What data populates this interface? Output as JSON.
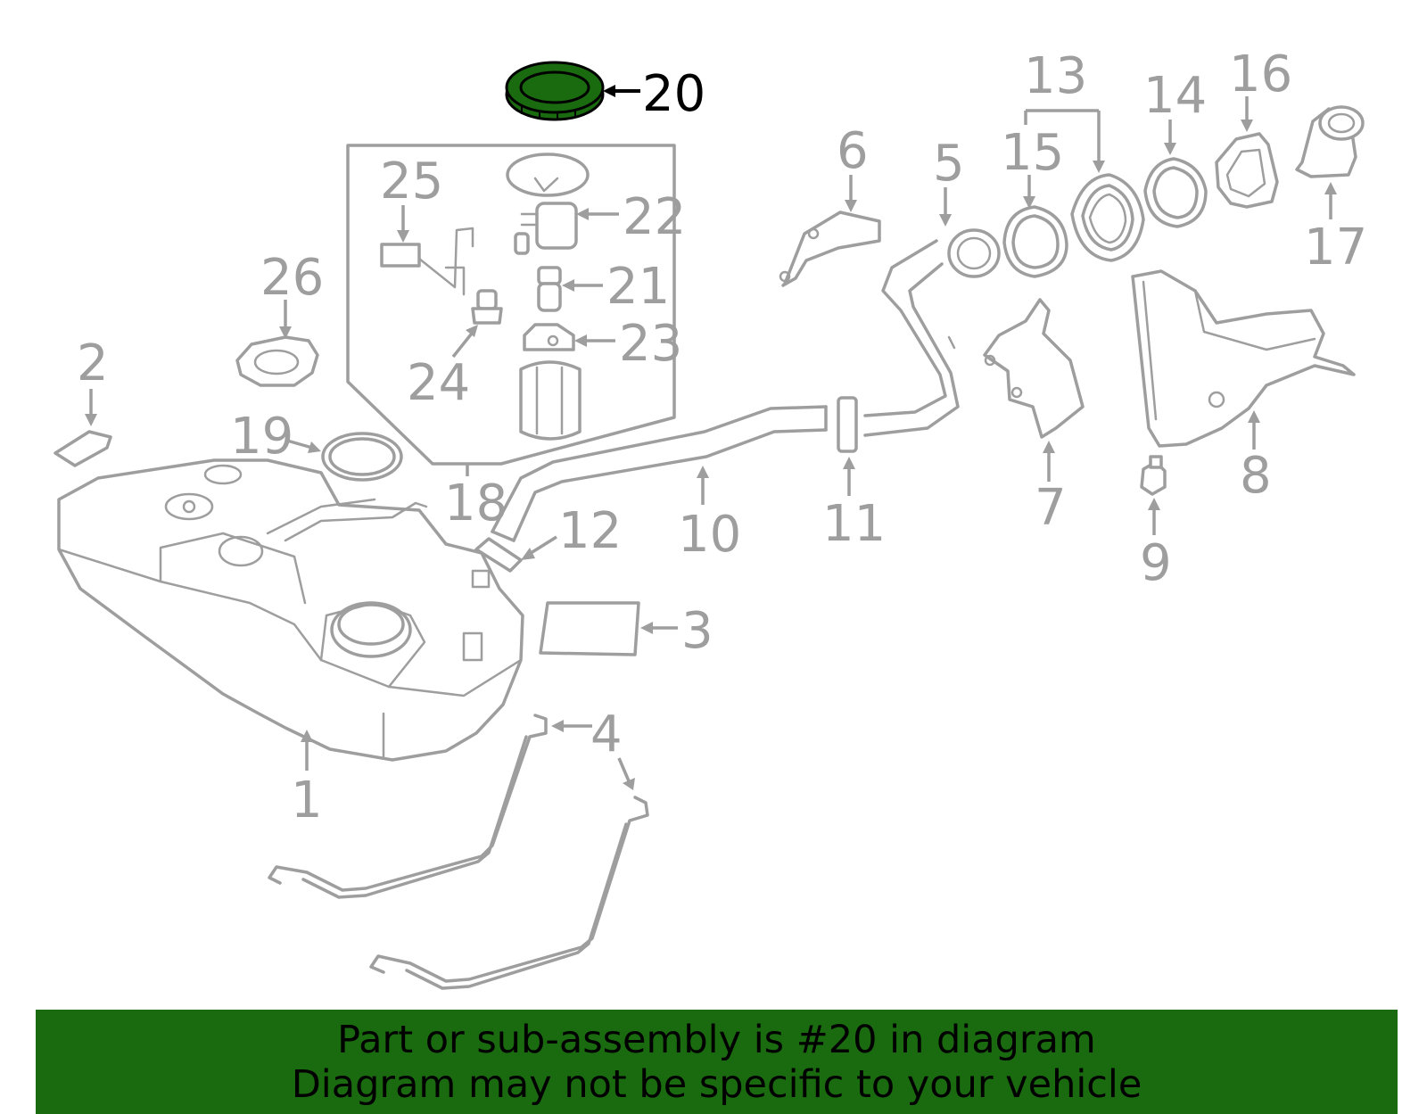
{
  "highlight_color": "#1a6b0f",
  "part_color": "#9e9e9e",
  "callouts": {
    "c1": "1",
    "c2": "2",
    "c3": "3",
    "c4": "4",
    "c5": "5",
    "c6": "6",
    "c7": "7",
    "c8": "8",
    "c9": "9",
    "c10": "10",
    "c11": "11",
    "c12": "12",
    "c13": "13",
    "c14": "14",
    "c15": "15",
    "c16": "16",
    "c17": "17",
    "c18": "18",
    "c19": "19",
    "c20": "20",
    "c21": "21",
    "c22": "22",
    "c23": "23",
    "c24": "24",
    "c25": "25",
    "c26": "26"
  },
  "banner": {
    "line1": "Part or sub-assembly is #20 in diagram",
    "line2": "Diagram may not be specific to your vehicle"
  }
}
